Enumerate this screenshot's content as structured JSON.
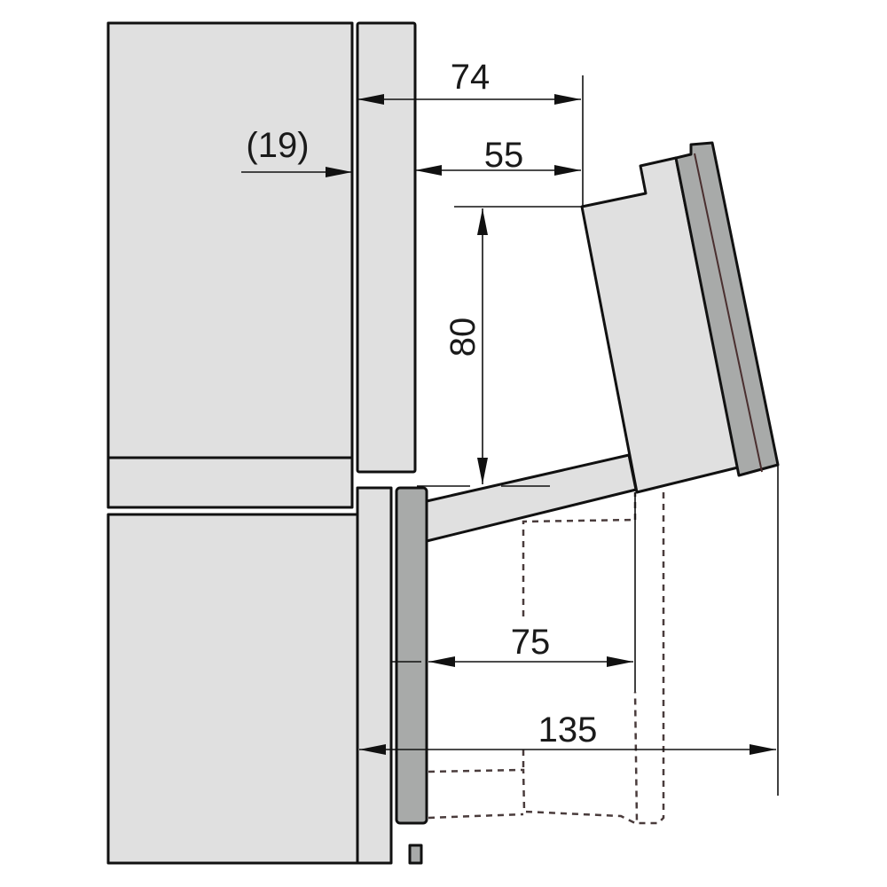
{
  "dimensions": {
    "d74": "74",
    "d19": "(19)",
    "d55": "55",
    "d80": "80",
    "d75": "75",
    "d135": "135"
  },
  "colors": {
    "panel": "#e0e0e0",
    "door": "#a8aaa9",
    "line": "#111111",
    "hidden": "#4a3c3c"
  }
}
